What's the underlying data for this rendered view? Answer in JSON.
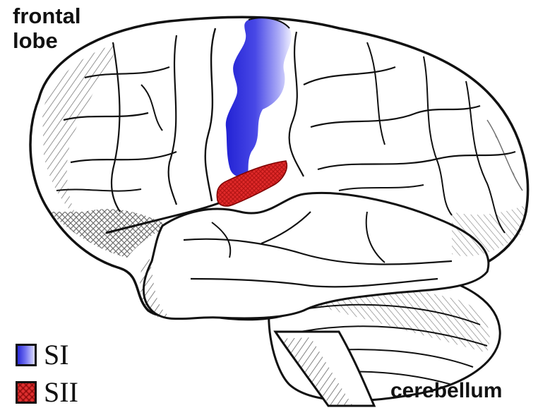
{
  "labels": {
    "frontal_line1": "frontal",
    "frontal_line2": "lobe",
    "cerebellum": "cerebellum"
  },
  "legend": [
    {
      "key": "si",
      "label": "SI",
      "color": "#2a2ad8"
    },
    {
      "key": "sii",
      "label": "SII",
      "color": "#e03030"
    }
  ],
  "colors": {
    "outline": "#111111",
    "si": "#2a2ad8",
    "sii": "#e03030"
  }
}
